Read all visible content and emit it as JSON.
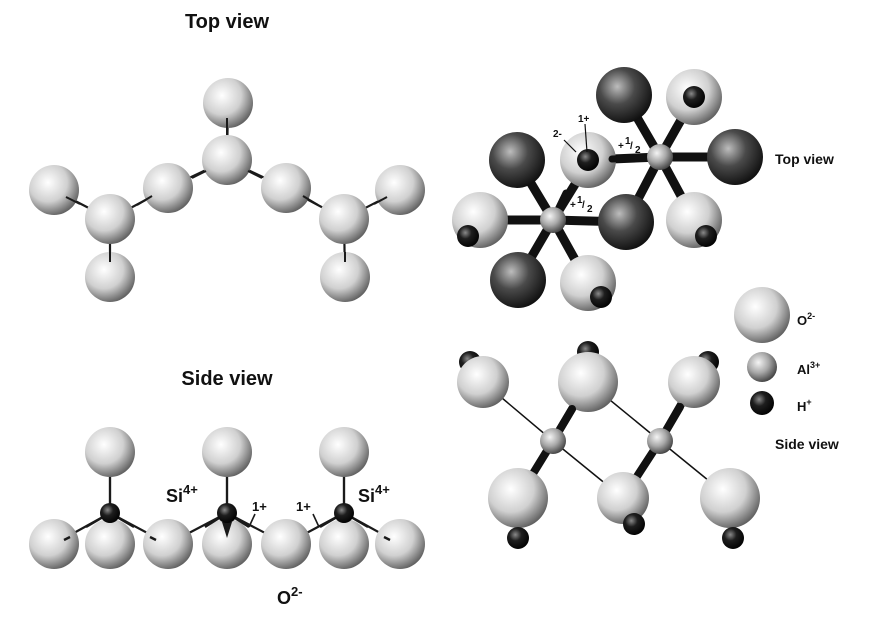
{
  "silicate": {
    "top_title": "Top view",
    "side_title": "Side view",
    "si_label": "Si",
    "si_charge": "4+",
    "o_label": "O",
    "o_charge": "2-",
    "bond_charge": "1+"
  },
  "gibbsite": {
    "top_title": "Top view",
    "side_title": "Side view",
    "oxygen_charge": "2-",
    "proton_charge": "1+",
    "half_plus": "+",
    "half_num": "1",
    "half_den": "2"
  },
  "legend": {
    "oxygen": "O",
    "oxygen_charge": "2-",
    "aluminum": "Al",
    "aluminum_charge": "3+",
    "hydrogen": "H",
    "hydrogen_charge": "+"
  },
  "colors": {
    "light_sphere": "#d8d8d8",
    "dark_sphere": "#3a3a3a",
    "proton": "#151515",
    "bond": "#1a1a1a"
  }
}
